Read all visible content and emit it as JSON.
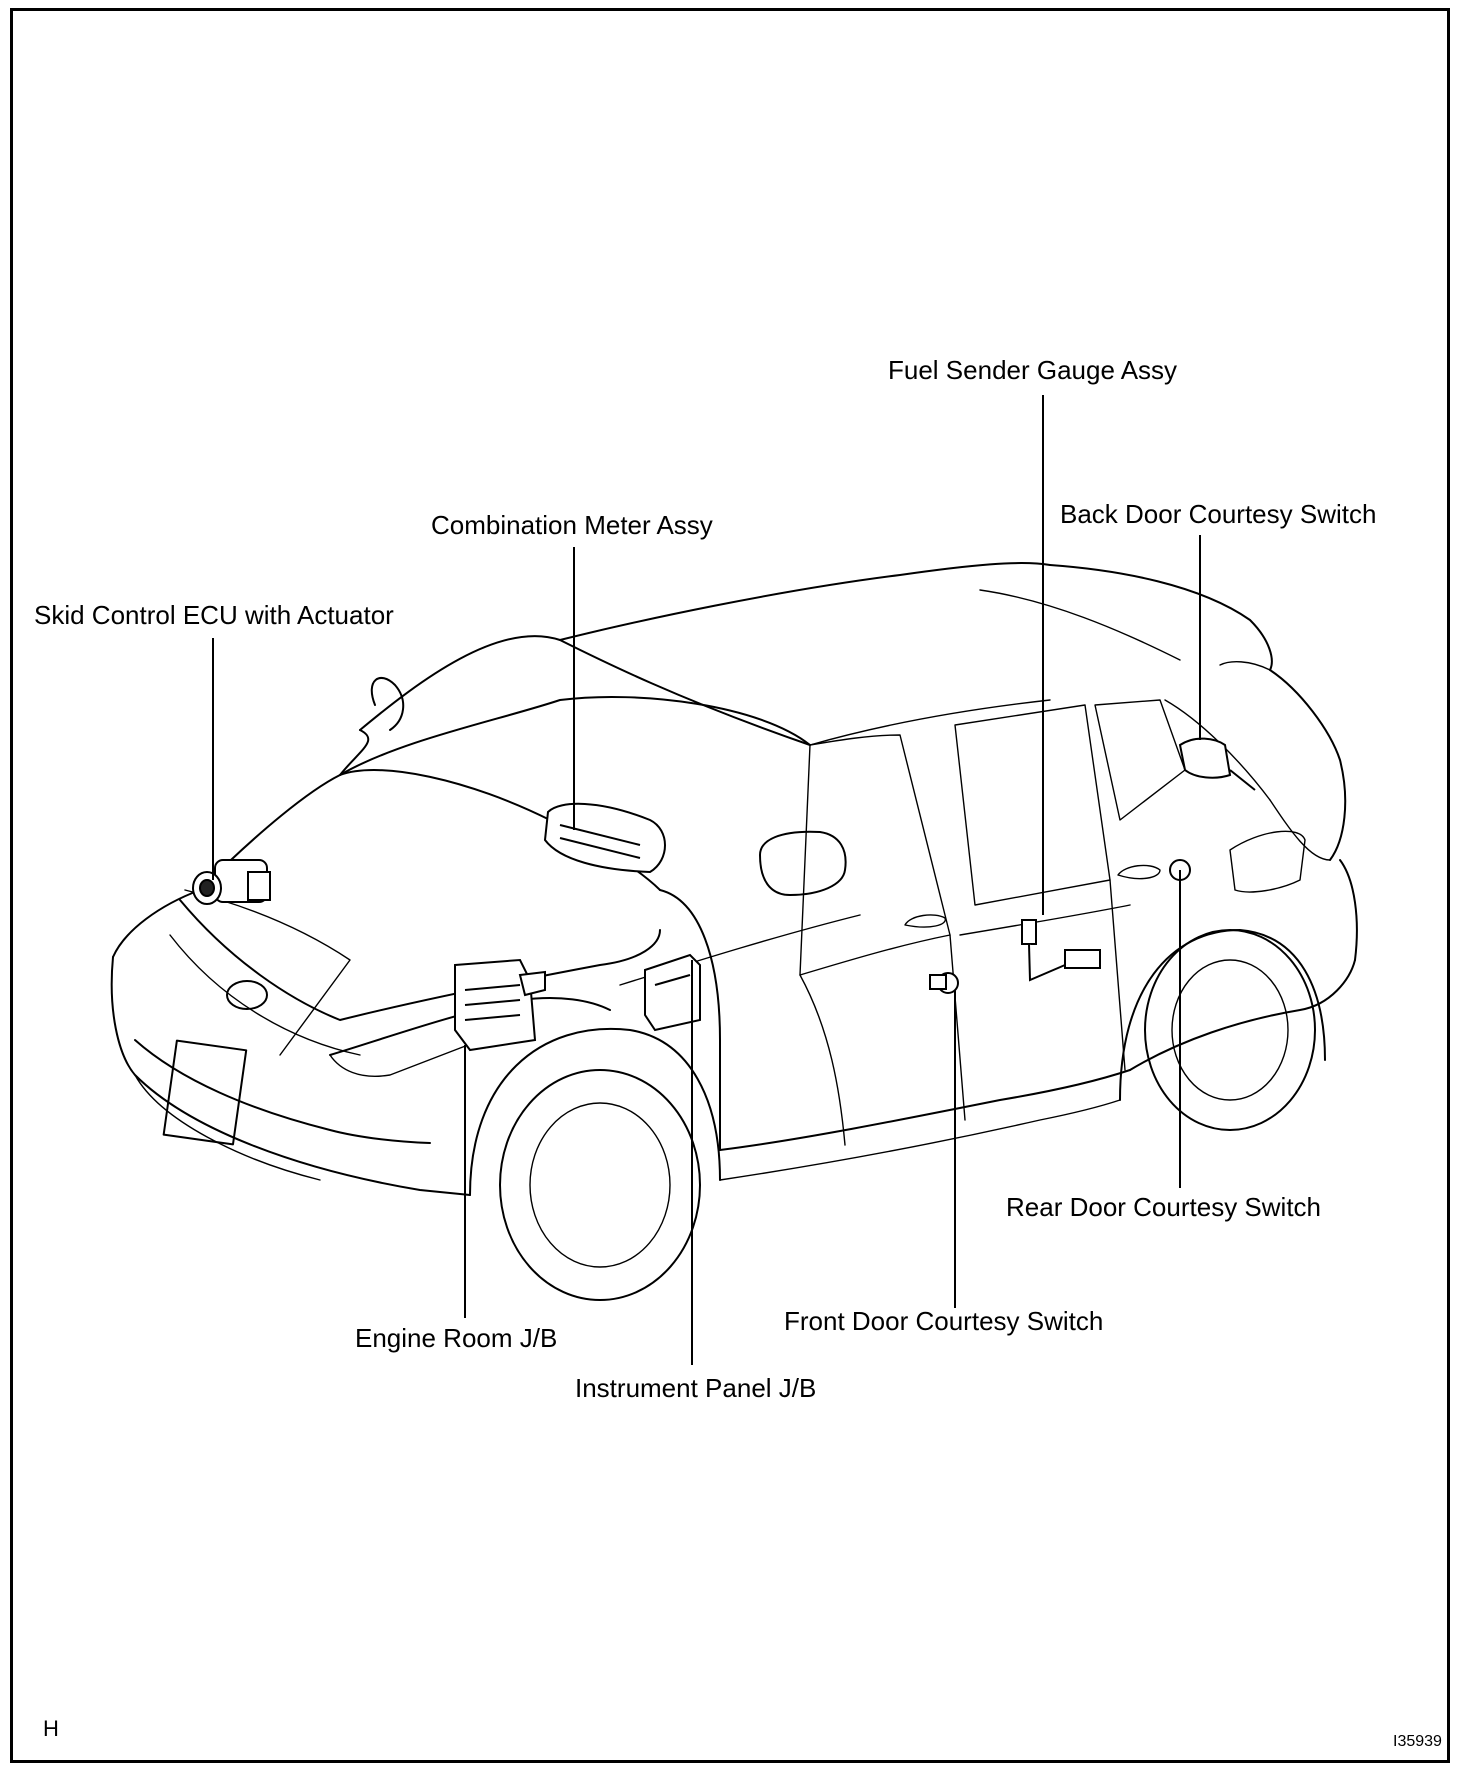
{
  "labels": {
    "fuel_sender": "Fuel Sender Gauge Assy",
    "back_door_switch": "Back Door Courtesy Switch",
    "combination_meter": "Combination Meter Assy",
    "skid_control": "Skid Control ECU with Actuator",
    "rear_door_switch": "Rear Door Courtesy Switch",
    "front_door_switch": "Front Door Courtesy Switch",
    "engine_room_jb": "Engine Room J/B",
    "instrument_panel_jb": "Instrument Panel J/B"
  },
  "corner_marks": {
    "section_letter": "H",
    "figure_code": "I35939"
  }
}
